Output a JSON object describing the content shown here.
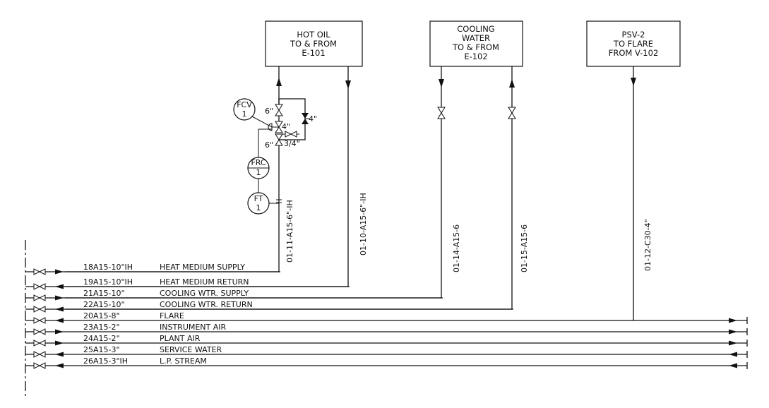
{
  "equipment": [
    {
      "id": "hot-oil",
      "lines": [
        "HOT OIL",
        "TO & FROM",
        "E-101"
      ]
    },
    {
      "id": "cooling-water",
      "lines": [
        "COOLING",
        "WATER",
        "TO & FROM",
        "E-102"
      ]
    },
    {
      "id": "psv",
      "lines": [
        "PSV-2",
        "TO FLARE",
        "FROM V-102"
      ]
    }
  ],
  "headers": [
    {
      "tag": "18A15-10\"IH",
      "service": "HEAT MEDIUM SUPPLY"
    },
    {
      "tag": "19A15-10\"IH",
      "service": "HEAT MEDIUM RETURN"
    },
    {
      "tag": "21A15-10\"",
      "service": "COOLING WTR. SUPPLY"
    },
    {
      "tag": "22A15-10\"",
      "service": "COOLING WTR. RETURN"
    },
    {
      "tag": "20A15-8\"",
      "service": "FLARE"
    },
    {
      "tag": "23A15-2\"",
      "service": "INSTRUMENT AIR"
    },
    {
      "tag": "24A15-2\"",
      "service": "PLANT AIR"
    },
    {
      "tag": "25A15-3\"",
      "service": "SERVICE WATER"
    },
    {
      "tag": "26A15-3\"IH",
      "service": "L.P. STREAM"
    }
  ],
  "branch_lines": [
    "01-11-A15-6\"-IH",
    "01-10-A15-6\"-IH",
    "01-14-A15-6",
    "01-15-A15-6",
    "01-12-C30-4\""
  ],
  "instruments": [
    {
      "tag": "FCV",
      "num": "1"
    },
    {
      "tag": "FRC",
      "num": "1"
    },
    {
      "tag": "FT",
      "num": "1"
    }
  ],
  "sizes": {
    "fcv_upstream": "6\"",
    "fcv_body": "4\"",
    "fcv_downstream": "6\"",
    "bypass": "4\"",
    "drain": "3/4\""
  }
}
